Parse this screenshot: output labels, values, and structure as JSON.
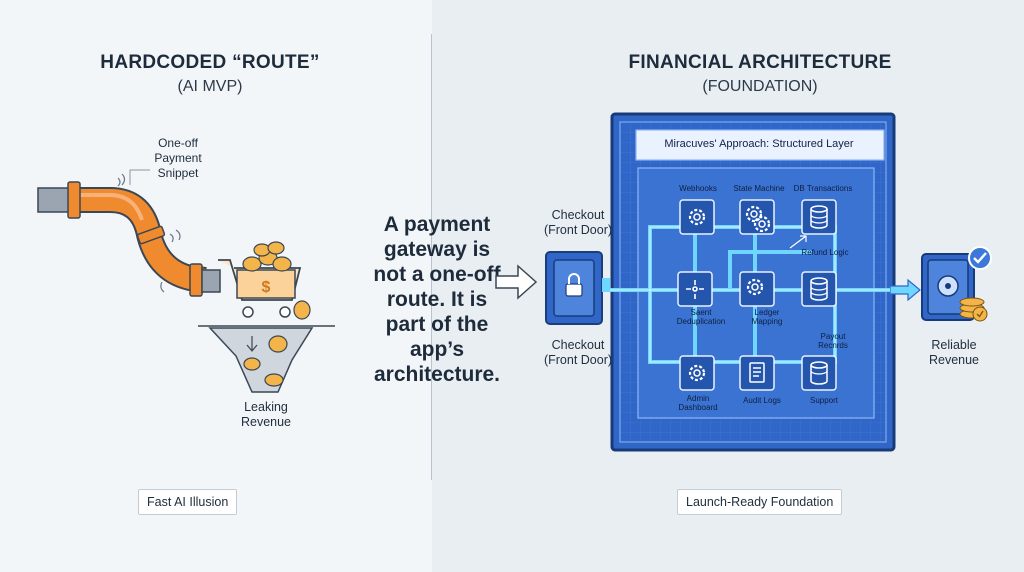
{
  "left": {
    "title": "HARDCODED “ROUTE”",
    "subtitle": "(AI MVP)",
    "snippet_label": [
      "One-off",
      "Payment",
      "Snippet"
    ],
    "leak_label": [
      "Leaking",
      "Revenue"
    ],
    "footer": "Fast AI Illusion",
    "coin_symbol": "$"
  },
  "center": {
    "text_lines": [
      "A payment",
      "gateway is",
      "not a one-off",
      "route. It is",
      "part of the",
      "app’s",
      "architecture."
    ]
  },
  "right": {
    "title": "FINANCIAL ARCHITECTURE",
    "subtitle": "(FOUNDATION)",
    "checkout_top": [
      "Checkout",
      "(Front Door)"
    ],
    "checkout_bottom": [
      "Checkout",
      "(Front Door)"
    ],
    "blueprint_header": "Miracuves' Approach: Structured Layer",
    "modules": {
      "webhooks": "Webhooks",
      "state_machine": "State Machine",
      "db_transactions": "DB Transactions",
      "refund_logic": "Refund Logic",
      "event_dedup": [
        "Saent",
        "Deduplication"
      ],
      "ledger_mapping": [
        "Ledger",
        "Mapping"
      ],
      "payout_records": [
        "Payout",
        "Recnrds"
      ],
      "admin_dashboard": [
        "Admin",
        "Dashboard"
      ],
      "audit_logs": "Audit Logs",
      "support": "Support"
    },
    "reliable_label": [
      "Reliable",
      "Revenue"
    ],
    "footer": "Launch-Ready Foundation"
  },
  "colors": {
    "left_bg": "#f3f6f9",
    "right_bg": "#e9eef3",
    "pipe_orange": "#f08a2e",
    "blueprint_blue": "#2f66c8",
    "flow_cyan": "#6fd6ff",
    "coin_gold": "#f3b54a"
  }
}
